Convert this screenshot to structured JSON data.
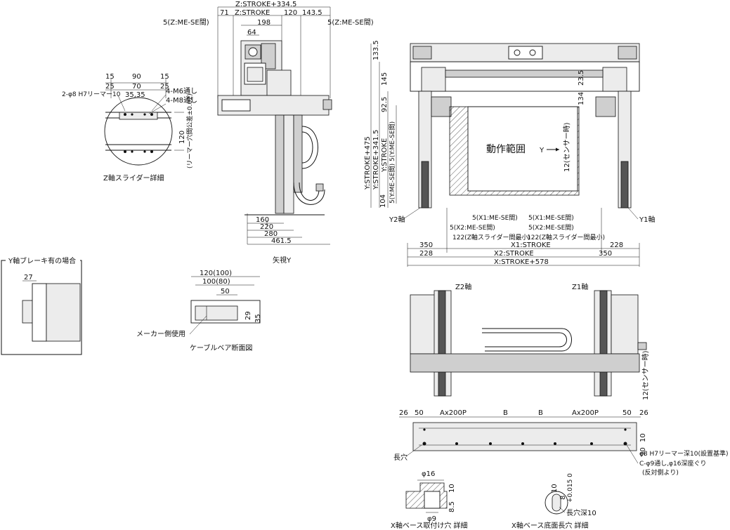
{
  "top_dims": {
    "z_stroke_334": "Z:STROKE+334.5",
    "d71": "71",
    "z_stroke": "Z:STROKE",
    "d120": "120",
    "d143": "143.5",
    "me_se_left": "5(Z:ME-SE間)",
    "me_se_right": "5(Z:ME-SE間)",
    "d198": "198",
    "d64": "64"
  },
  "slider_detail": {
    "title": "Z軸スライダー詳細",
    "d15a": "15",
    "d90": "90",
    "d15b": "15",
    "d25a": "25",
    "d70": "70",
    "d25b": "25",
    "d3535": "35,35",
    "reamer": "2-φ8 H7リーマー10",
    "m6": "4-M6通し",
    "m8": "4-M8通し",
    "d120": "120",
    "tol": "(リーマー穴間公差±0.02)"
  },
  "side_view": {
    "title": "矢視Y",
    "d160": "160",
    "d220": "220",
    "d280": "280",
    "d461": "461.5"
  },
  "main_view": {
    "range_label": "動作範囲",
    "y_arrow": "Y",
    "y1": "Y1軸",
    "y2": "Y2軸",
    "sensor": "12(センサー時)",
    "y_475": "Y:STROKE+475",
    "y_341": "Y:STROKE+341.5",
    "y_stroke": "Y:STROKE",
    "y_mese_a": "5(Y:ME-SE間)",
    "y_mese_b": "5(Y:ME-SE間)",
    "d133": "133.5",
    "d145": "145",
    "d92": "92.5",
    "d104": "104",
    "d134": "134",
    "d23": "23.5",
    "x1_mese_l": "5(X1:ME-SE間)",
    "x1_mese_r": "5(X1:ME-SE間)",
    "x2_mese_l": "5(X2:ME-SE間)",
    "x2_mese_r": "5(X2:ME-SE間)",
    "min_l": "122(Z軸スライダー間最小)",
    "min_r": "122(Z軸スライダー間最小)",
    "d350l": "350",
    "d228l": "228",
    "d228r": "228",
    "d350r": "350",
    "x1_stroke": "X1:STROKE",
    "x2_stroke": "X2:STROKE",
    "x_578": "X:STROKE+578"
  },
  "brake_box": {
    "title": "Y軸ブレーキ有の場合",
    "d27": "27"
  },
  "cable": {
    "title": "ケーブルベア断面図",
    "d120": "120(100)",
    "d100": "100(80)",
    "d50": "50",
    "d29": "29",
    "d35": "35",
    "maker": "メーカー側使用"
  },
  "front_view": {
    "z2": "Z2軸",
    "z1": "Z1軸",
    "sensor": "12(センサー時)"
  },
  "base_view": {
    "d26l": "26",
    "d50l": "50",
    "a200l": "Ax200P",
    "b1": "B",
    "b2": "B",
    "a200r": "Ax200P",
    "d50r": "50",
    "d26r": "26",
    "d10": "10",
    "d90": "90",
    "slot": "長穴",
    "reamer": "φ8 H7リーマー深10(設置基準)",
    "cbore": "C-φ9通し,φ16深座ぐり",
    "cbore2": "(反対側より)"
  },
  "hole_detail": {
    "title": "X軸ベース取付け穴 詳細",
    "d16": "φ16",
    "d9": "φ9",
    "d10": "10",
    "d85": "8.5"
  },
  "bottom_detail": {
    "title": "X軸ベース底面長穴 詳細",
    "d10": "10",
    "d8": "8",
    "tol": "+0.015 0",
    "depth": "長穴深10"
  }
}
